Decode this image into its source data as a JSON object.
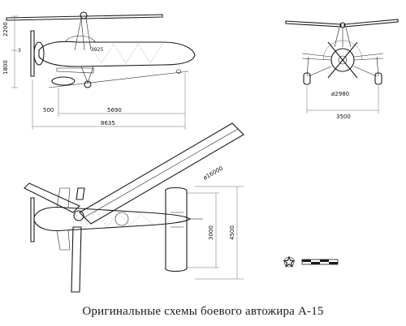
{
  "caption": "Оригинальные схемы боевого автожира А-15",
  "side_view": {
    "dims": {
      "rotor_height": "2200",
      "gear_height": "1800",
      "nose_offset": "3",
      "fuselage_mark": "3925",
      "wheel_to_nose": "500",
      "wheel_to_tail": "5690",
      "overall_length": "8635"
    }
  },
  "front_view": {
    "dims": {
      "propeller_diameter": "ø2980",
      "track_width": "3500"
    }
  },
  "top_view": {
    "dims": {
      "rotor_diameter": "ø16000",
      "stabilizer_span": "3000",
      "tail_span": "4500"
    }
  },
  "legend": {
    "emblem": "star-emblem",
    "scale_bar": "scale-bar"
  }
}
